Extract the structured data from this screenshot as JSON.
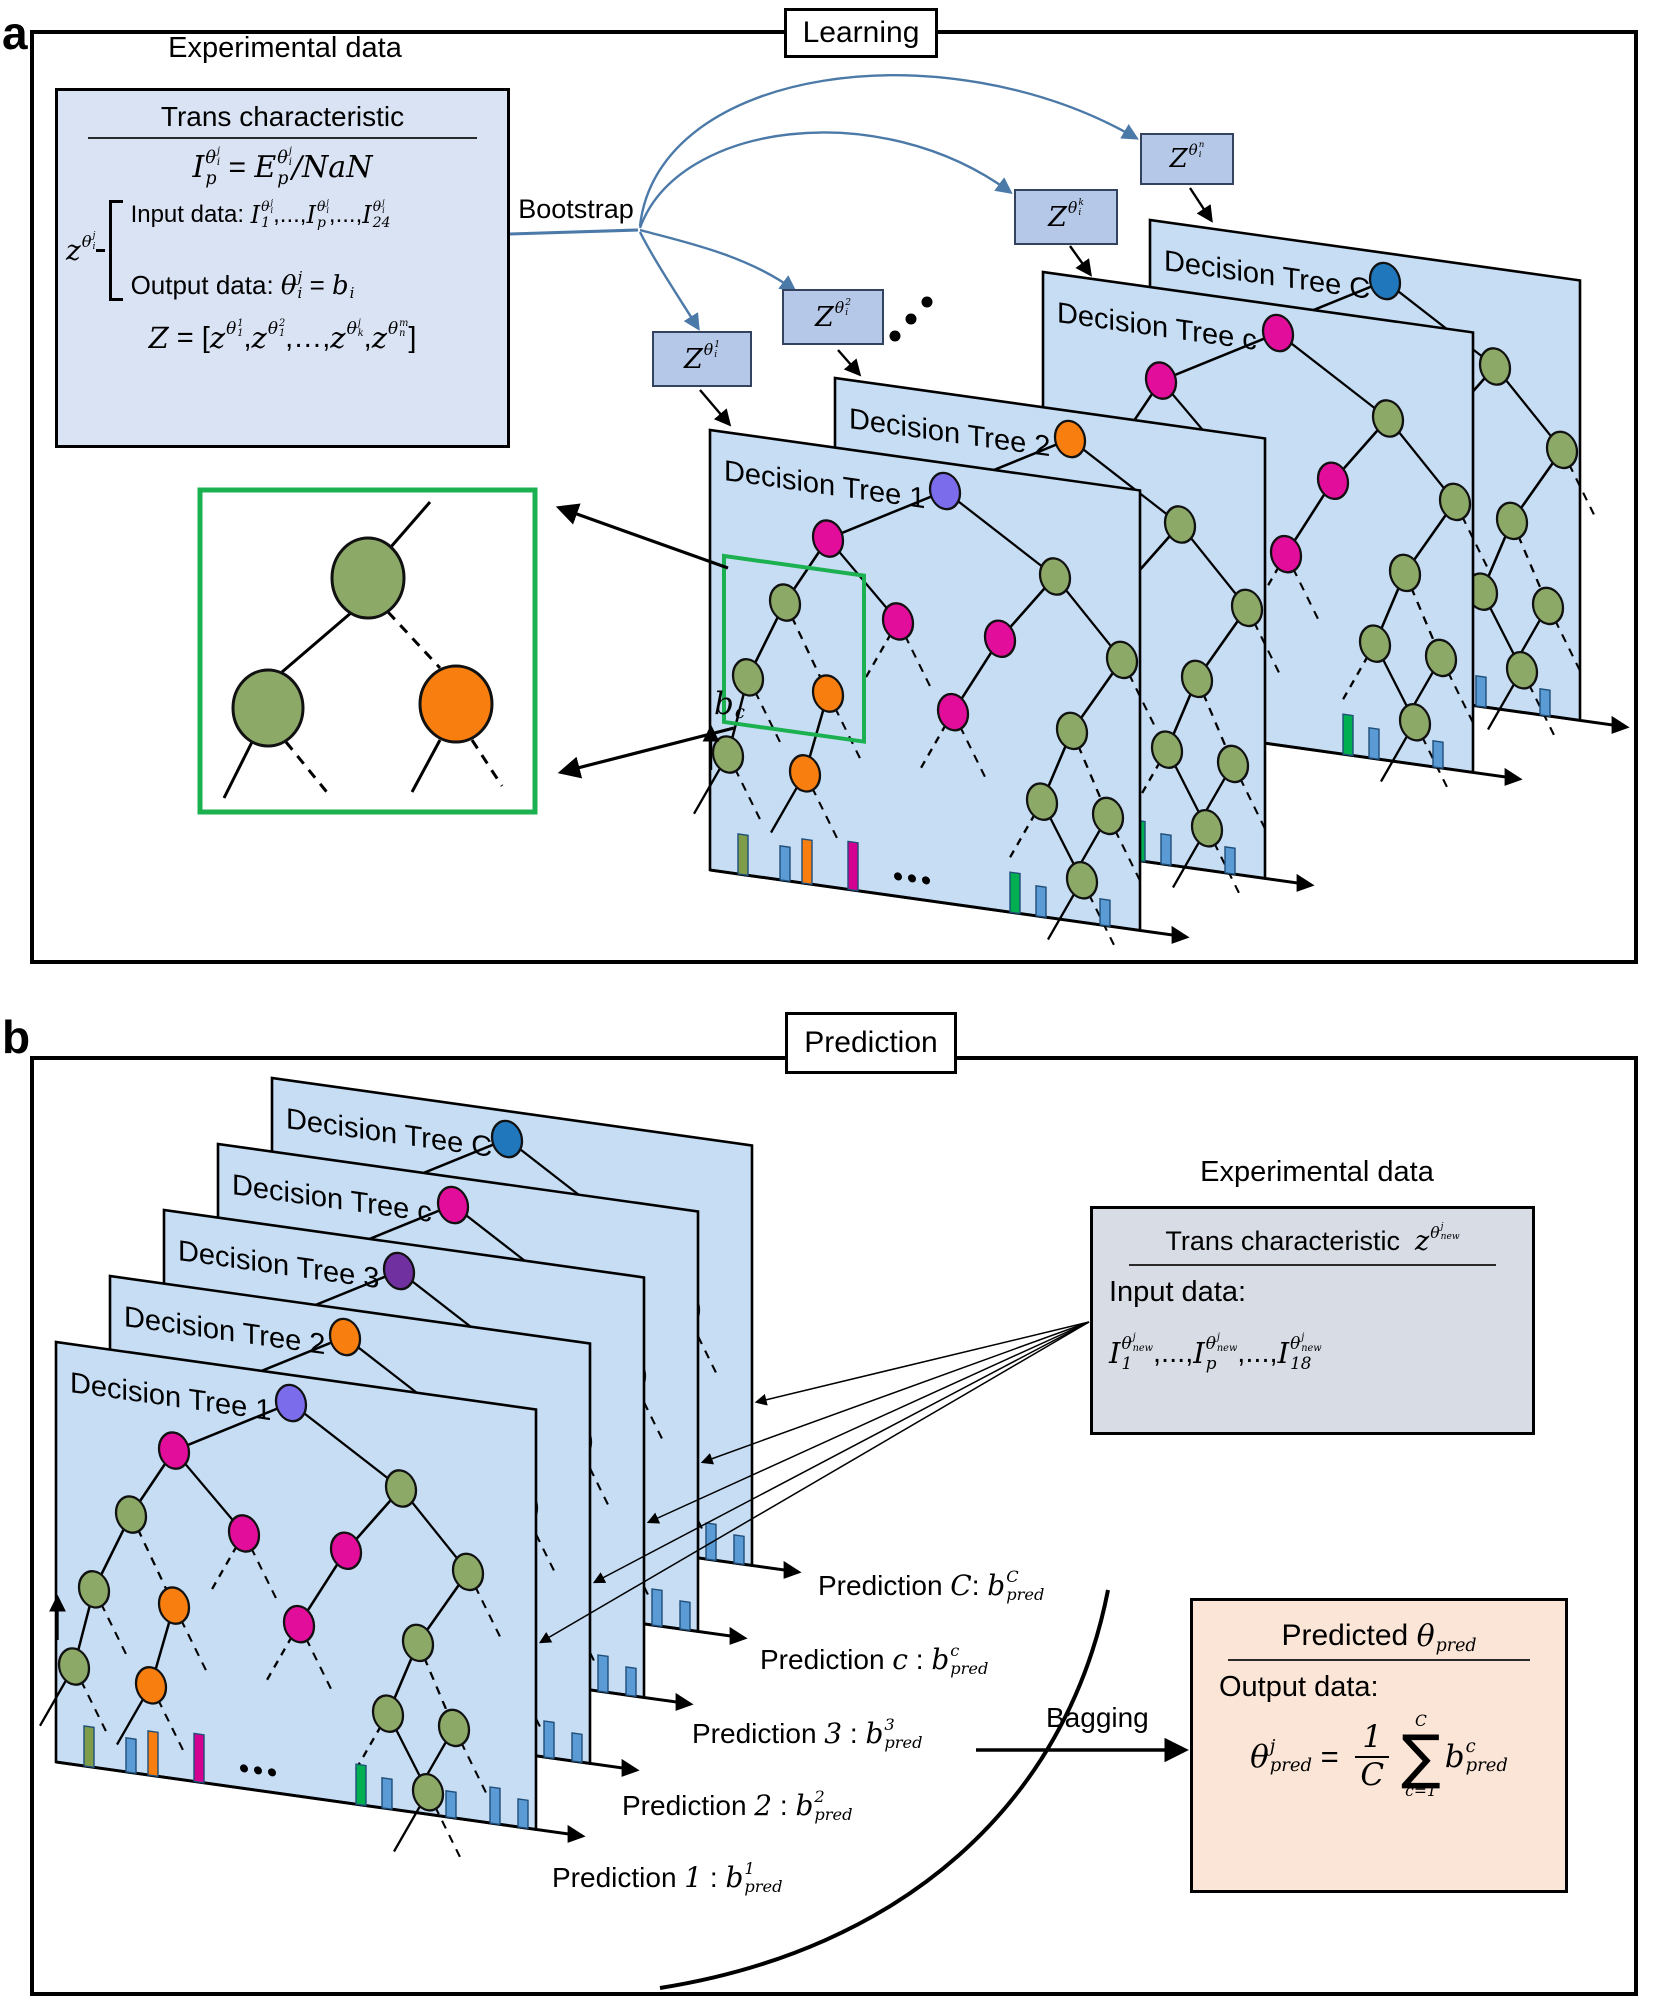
{
  "colors": {
    "panel_fill": "#C6DDF4",
    "zbox_fill": "#B6C8E8",
    "expbox_a_fill": "#DAE3F3",
    "expbox_b_fill": "#D7DCE5",
    "predbox_fill": "#FBE5D6",
    "node_green": "#8CA968",
    "node_magenta": "#E30D9B",
    "node_orange": "#F87F0F",
    "node_blue": "#2077BC",
    "node_violet": "#7A6CEA",
    "node_purple": "#7030A0",
    "bar_olive": "#7F9C49",
    "bar_blue": "#5B9BD5",
    "bar_green": "#00B050",
    "bar_magenta": "#D4008F",
    "bar_orange": "#F87F0F",
    "highlight_green": "#1CB150",
    "arrow_blue": "#4B79A8"
  },
  "bars": {
    "front": [
      "bar_olive",
      "bar_blue",
      "bar_orange",
      "bar_magenta",
      "bar_green",
      "bar_blue",
      "bar_blue"
    ],
    "extra_b": [
      "bar_blue",
      "bar_blue"
    ]
  },
  "panel_a": {
    "label": "a",
    "title": "Learning",
    "bootstrap": "Bootstrap",
    "exp": {
      "heading": "Experimental data",
      "subheading": "Trans characteristic"
    },
    "trees": {
      "t1": "Decision Tree 1",
      "t2": "Decision Tree 2",
      "tc": "Decision Tree c",
      "tC": "Decision Tree C"
    }
  },
  "panel_b": {
    "label": "b",
    "title": "Prediction",
    "bagging": "Bagging",
    "exp": {
      "heading": "Experimental data",
      "input_label": "Input data:"
    },
    "output_label": "Output data:",
    "trees": {
      "t1": "Decision Tree 1",
      "t2": "Decision Tree 2",
      "t3": "Decision Tree 3",
      "tc": "Decision Tree c",
      "tC": "Decision Tree C"
    }
  },
  "formulas": {
    "trans_a": [
      {
        "b": "I",
        "sub": "p",
        "sup": [
          {
            "b": "θ",
            "sup": "j",
            "sub": "i"
          }
        ]
      },
      {
        "t": " = "
      },
      {
        "b": "E",
        "sub": "p",
        "sup": [
          {
            "b": "θ",
            "sup": "j",
            "sub": "i"
          }
        ]
      },
      {
        "b": "/NaN"
      }
    ],
    "z_sample": [
      {
        "b": "z",
        "sup": [
          {
            "b": "θ",
            "sup": "j",
            "sub": "i"
          }
        ]
      }
    ],
    "input_a": [
      {
        "t": "Input data: "
      },
      {
        "b": "I",
        "sub": "1",
        "sup": [
          {
            "b": "θ",
            "sup": "j",
            "sub": "i"
          }
        ]
      },
      {
        "t": ",...,"
      },
      {
        "b": "I",
        "sub": "p",
        "sup": [
          {
            "b": "θ",
            "sup": "j",
            "sub": "i"
          }
        ]
      },
      {
        "t": ",...,"
      },
      {
        "b": "I",
        "sub": "24",
        "sup": [
          {
            "b": "θ",
            "sup": "j",
            "sub": "i"
          }
        ]
      }
    ],
    "output_a": [
      {
        "t": "Output data: "
      },
      {
        "b": "θ",
        "sup": "j",
        "sub": "i"
      },
      {
        "t": " = "
      },
      {
        "b": "b",
        "sub": "i"
      }
    ],
    "Z_set": [
      {
        "b": "Z"
      },
      {
        "t": " = ["
      },
      {
        "b": "z",
        "sup": [
          {
            "b": "θ",
            "sup": "1",
            "sub": "1"
          }
        ]
      },
      {
        "t": ","
      },
      {
        "b": "z",
        "sup": [
          {
            "b": "θ",
            "sup": "2",
            "sub": "1"
          }
        ]
      },
      {
        "t": ",…,"
      },
      {
        "b": "z",
        "sup": [
          {
            "b": "θ",
            "sup": "j",
            "sub": "k"
          }
        ]
      },
      {
        "t": ","
      },
      {
        "b": "z",
        "sup": [
          {
            "b": "θ",
            "sup": "m",
            "sub": "n"
          }
        ]
      },
      {
        "t": "]"
      }
    ],
    "z1": [
      {
        "b": "Z",
        "sup": [
          {
            "b": "θ",
            "sup": "1",
            "sub": "i"
          }
        ]
      }
    ],
    "z2": [
      {
        "b": "Z",
        "sup": [
          {
            "b": "θ",
            "sup": "2",
            "sub": "i"
          }
        ]
      }
    ],
    "zk": [
      {
        "b": "Z",
        "sup": [
          {
            "b": "θ",
            "sup": "k",
            "sub": "i"
          }
        ]
      }
    ],
    "zn": [
      {
        "b": "Z",
        "sup": [
          {
            "b": "θ",
            "sup": "n",
            "sub": "i"
          }
        ]
      }
    ],
    "bc": [
      {
        "b": "b",
        "sub": "c"
      }
    ],
    "trans_b": [
      {
        "t": "Trans characteristic  "
      },
      {
        "b": "z",
        "sup": [
          {
            "b": "θ",
            "sup": "j",
            "sub": "new"
          }
        ]
      }
    ],
    "input_b": [
      {
        "b": "I",
        "sub": "1",
        "sup": [
          {
            "b": "θ",
            "sup": "j",
            "sub": "new"
          }
        ]
      },
      {
        "t": ",...,"
      },
      {
        "b": "I",
        "sub": "p",
        "sup": [
          {
            "b": "θ",
            "sup": "j",
            "sub": "new"
          }
        ]
      },
      {
        "t": ",...,"
      },
      {
        "b": "I",
        "sub": "18",
        "sup": [
          {
            "b": "θ",
            "sup": "j",
            "sub": "new"
          }
        ]
      }
    ],
    "pred_C": [
      {
        "t": "Prediction "
      },
      {
        "b": "C"
      },
      {
        "t": ": "
      },
      {
        "b": "b",
        "sup": "C",
        "sub": "pred"
      }
    ],
    "pred_c": [
      {
        "t": "Prediction "
      },
      {
        "b": "c"
      },
      {
        "t": " : "
      },
      {
        "b": "b",
        "sup": "c",
        "sub": "pred"
      }
    ],
    "pred_3": [
      {
        "t": "Prediction "
      },
      {
        "b": "3"
      },
      {
        "t": " : "
      },
      {
        "b": "b",
        "sup": "3",
        "sub": "pred"
      }
    ],
    "pred_2": [
      {
        "t": "Prediction "
      },
      {
        "b": "2"
      },
      {
        "t": " : "
      },
      {
        "b": "b",
        "sup": "2",
        "sub": "pred"
      }
    ],
    "pred_1": [
      {
        "t": "Prediction "
      },
      {
        "b": "1"
      },
      {
        "t": " : "
      },
      {
        "b": "b",
        "sup": "1",
        "sub": "pred"
      }
    ],
    "predicted_title": [
      {
        "t": "Predicted "
      },
      {
        "b": "θ",
        "sub": "pred"
      }
    ],
    "output_formula": [
      {
        "b": "θ",
        "sup": "j",
        "sub": "pred"
      },
      {
        "t": " = "
      },
      {
        "frac": {
          "n": "1",
          "d": "C"
        }
      },
      {
        "sum": {
          "top": "C",
          "bot": "c=1"
        }
      },
      {
        "b": "b",
        "sup": "c",
        "sub": "pred"
      }
    ]
  }
}
